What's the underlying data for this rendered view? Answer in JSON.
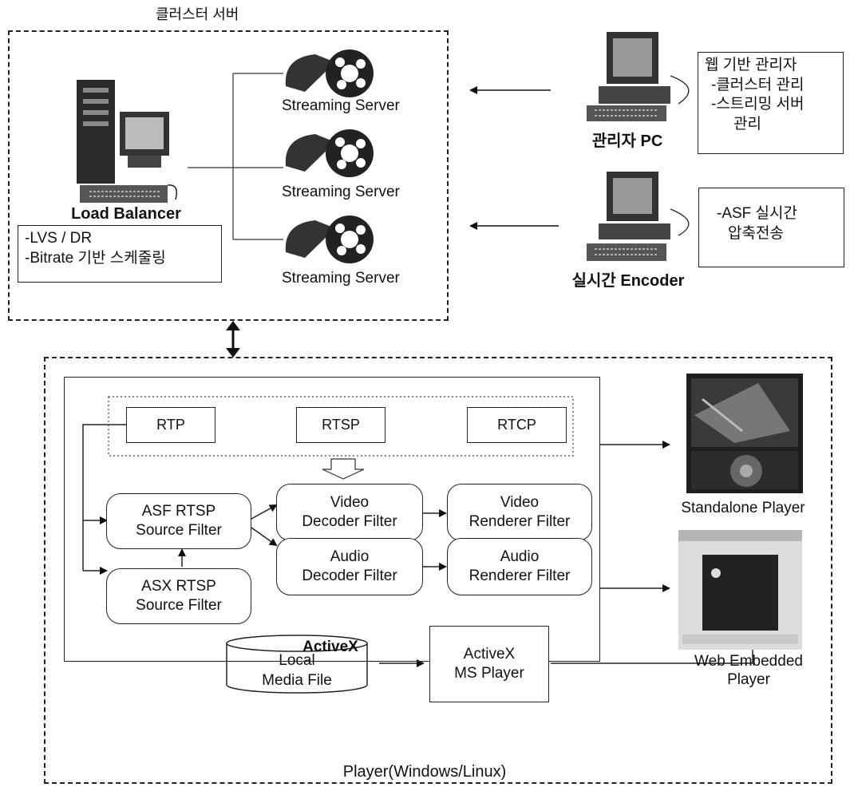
{
  "cluster": {
    "title": "클러스터 서버",
    "load_balancer": {
      "label": "Load Balancer",
      "notes": [
        "-LVS / DR",
        "-Bitrate 기반 스케줄링"
      ]
    },
    "servers": [
      {
        "label": "Streaming Server"
      },
      {
        "label": "Streaming Server"
      },
      {
        "label": "Streaming Server"
      }
    ]
  },
  "admin_pc": {
    "label": "관리자 PC",
    "notes": [
      "웹 기반 관리자",
      "-클러스터 관리",
      "-스트리밍 서버",
      "관리"
    ]
  },
  "encoder": {
    "label": "실시간 Encoder",
    "notes": [
      "-ASF 실시간",
      "압축전송"
    ]
  },
  "activex": {
    "label": "ActiveX",
    "protocols": [
      "RTP",
      "RTSP",
      "RTCP"
    ],
    "filters": {
      "asf_source": [
        "ASF RTSP",
        "Source Filter"
      ],
      "asx_source": [
        "ASX RTSP",
        "Source Filter"
      ],
      "video_decoder": [
        "Video",
        "Decoder Filter"
      ],
      "video_renderer": [
        "Video",
        "Renderer Filter"
      ],
      "audio_decoder": [
        "Audio",
        "Decoder Filter"
      ],
      "audio_renderer": [
        "Audio",
        "Renderer Filter"
      ]
    }
  },
  "player_area": {
    "label": "Player(Windows/Linux)",
    "local_file": [
      "Local",
      "Media File"
    ],
    "ms_player": [
      "ActiveX",
      "MS Player"
    ]
  },
  "outputs": {
    "standalone": "Standalone Player",
    "web_embedded": [
      "Web Embedded",
      "Player"
    ]
  }
}
